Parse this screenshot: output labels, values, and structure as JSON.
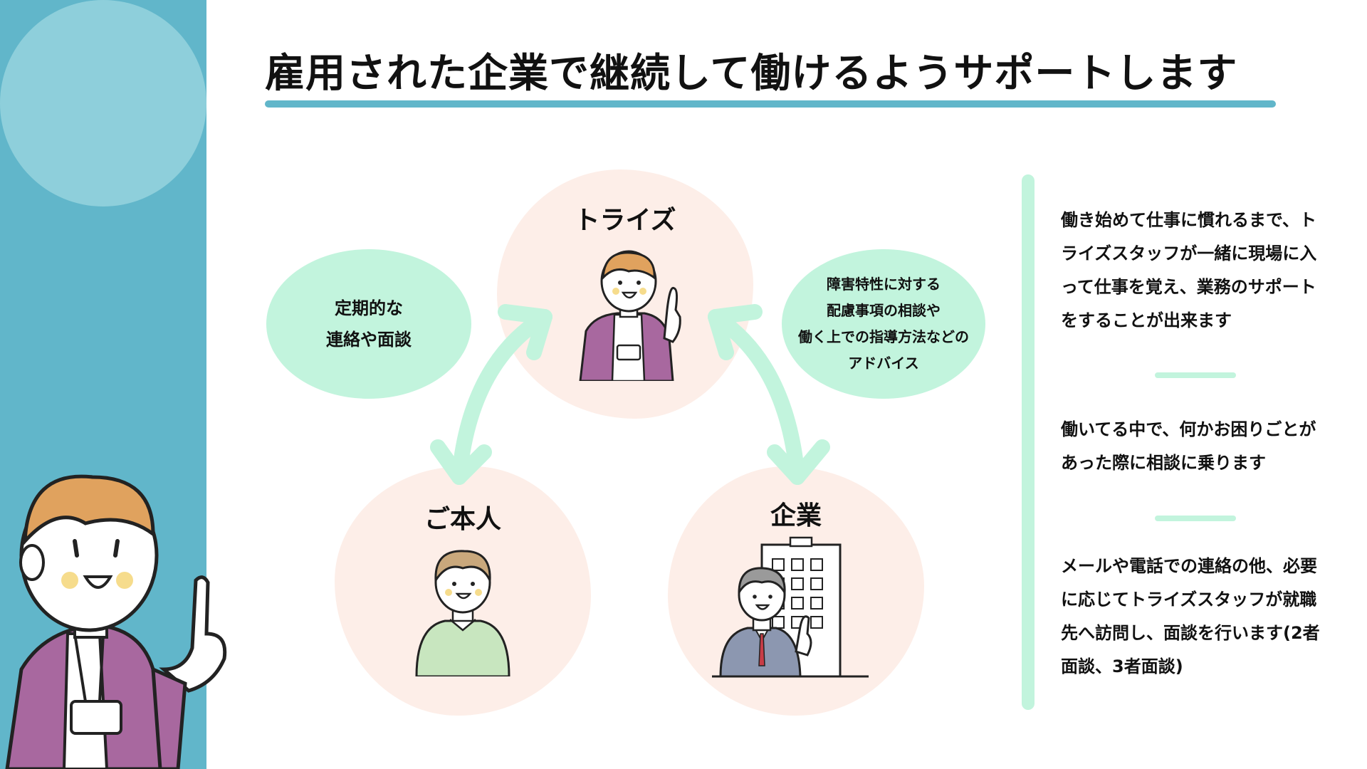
{
  "title": "雇用された企業で継続して働けるようサポートします",
  "nodes": {
    "trise": "トライズ",
    "person": "ご本人",
    "company": "企業"
  },
  "bubbles": {
    "left": "定期的な\n連絡や面談",
    "right": "障害特性に対する\n配慮事項の相談や\n働く上での指導方法などの\nアドバイス"
  },
  "info": [
    "働き始めて仕事に慣れるまで、トライズスタッフが一緒に現場に入って仕事を覚え、業務のサポートをすることが出来ます",
    "働いてる中で、何かお困りごとがあった際に相談に乗ります",
    "メールや電話での連絡の他、必要に応じてトライズスタッフが就職先へ訪問し、面談を行います(2者面談、3者面談)"
  ],
  "colors": {
    "teal": "#61b6ca",
    "teal_light": "#8ecfdb",
    "mint": "#c2f4dd",
    "peach": "#fdeee8",
    "jacket_purple": "#a8689f",
    "hair_orange": "#e0a25e"
  },
  "icons": {
    "staff": "staff-person-illustration",
    "client": "client-person-illustration",
    "company": "businessman-building-illustration",
    "guide": "guide-staff-illustration",
    "arrows": "double-headed-arrow"
  }
}
